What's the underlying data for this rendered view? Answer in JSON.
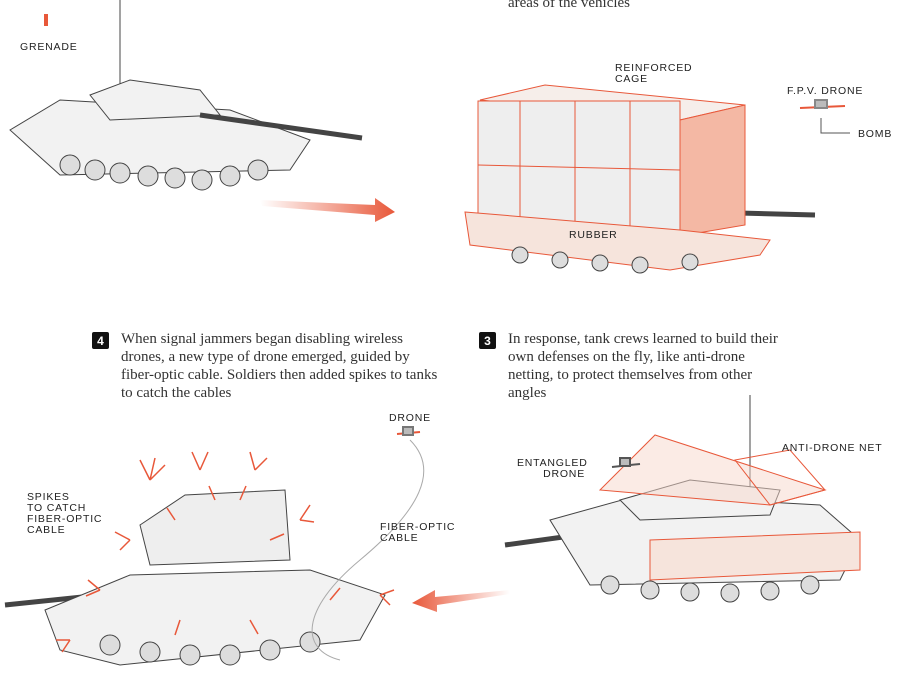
{
  "top_caption_tail": "areas of the vehicles",
  "labels": {
    "grenade": "GRENADE",
    "reinforced_cage": "REINFORCED\nCAGE",
    "fpv_drone": "F.P.V. DRONE",
    "bomb": "BOMB",
    "rubber": "RUBBER",
    "drone": "DRONE",
    "spikes": "SPIKES\nTO CATCH\nFIBER-OPTIC\nCABLE",
    "fiber_optic_cable": "FIBER-OPTIC\nCABLE",
    "entangled_drone": "ENTANGLED\nDRONE",
    "anti_drone_net": "ANTI-DRONE NET"
  },
  "steps": [
    {
      "number": "4",
      "text": "When signal jammers began disabling wireless drones, a new type of drone emerged, guided by fiber-optic cable. Soldiers then added spikes to tanks to catch the cables"
    },
    {
      "number": "3",
      "text": "In response, tank crews learned to build their own defenses on the fly, like anti-drone netting, to protect themselves from other angles"
    }
  ],
  "colors": {
    "accent": "#e8583a",
    "ink": "#333333"
  }
}
